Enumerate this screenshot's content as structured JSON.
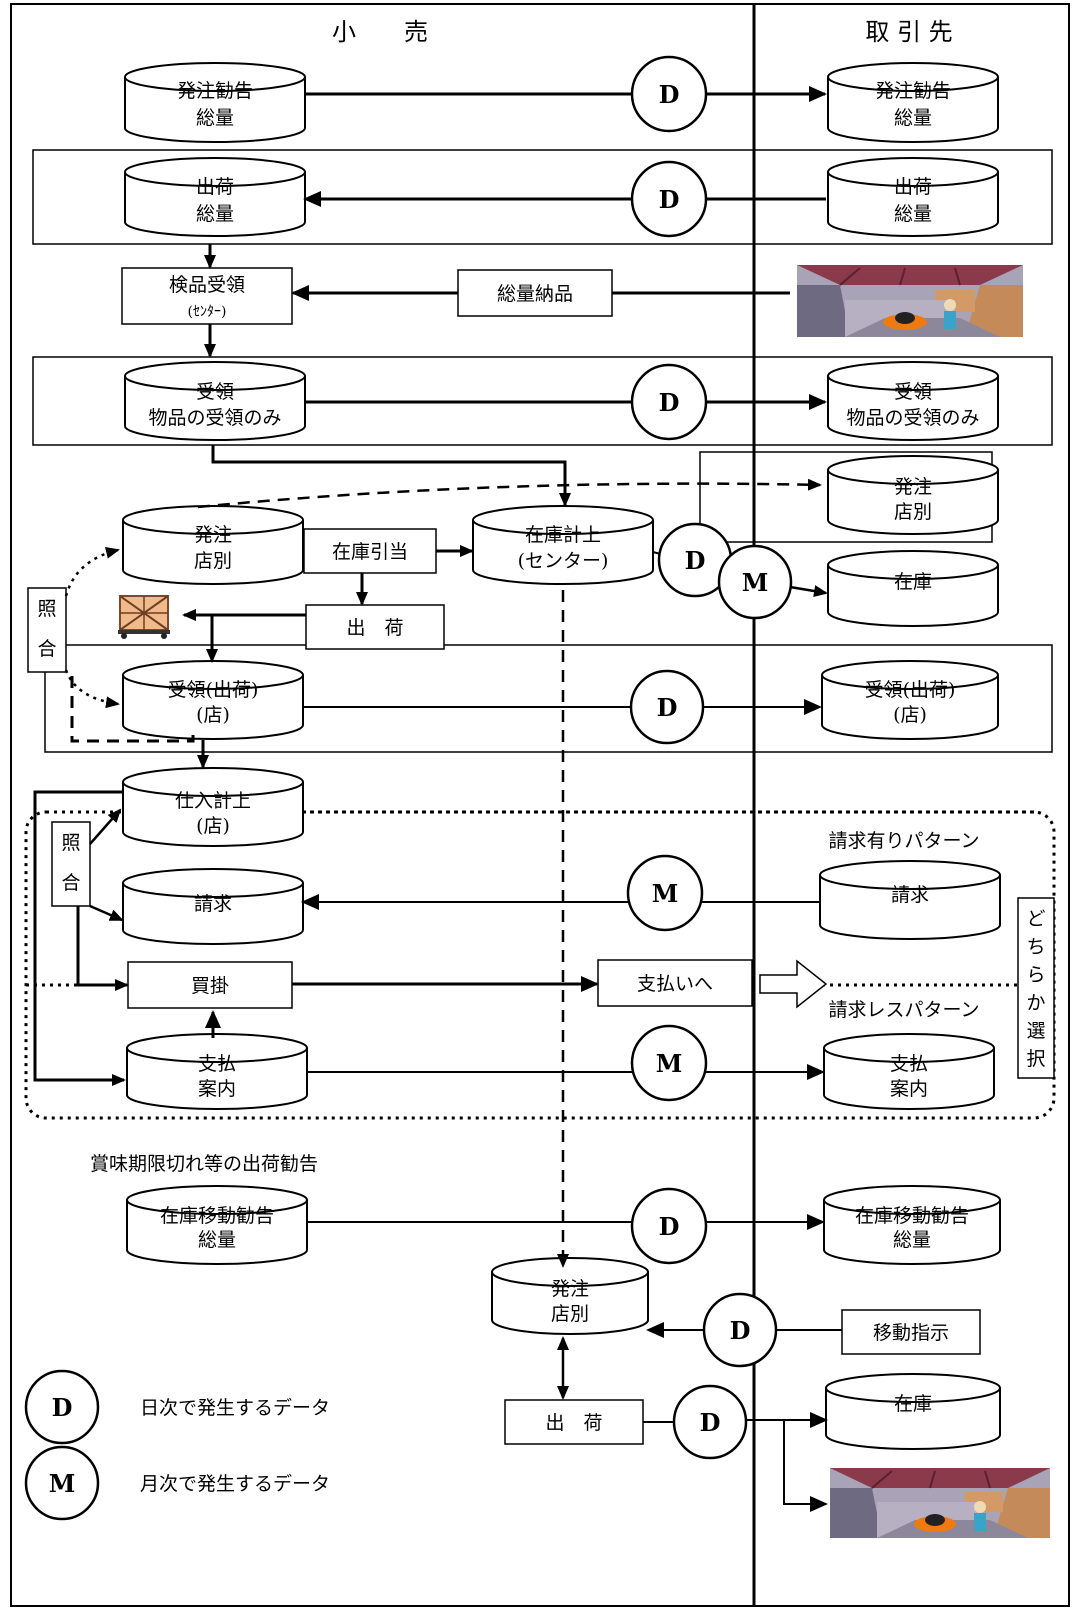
{
  "header": {
    "left": "小　　売",
    "right": "取 引 先"
  },
  "nodes": {
    "ret_order_total": [
      "発注勧告",
      "総量"
    ],
    "sup_order_total": [
      "発注勧告",
      "総量"
    ],
    "ret_ship_total": [
      "出荷",
      "総量"
    ],
    "sup_ship_total": [
      "出荷",
      "総量"
    ],
    "inspect": [
      "検品受領",
      "(ｾﾝﾀｰ)"
    ],
    "bulk_delivery": "総量納品",
    "ret_receipt": [
      "受領",
      "物品の受領のみ"
    ],
    "sup_receipt": [
      "受領",
      "物品の受領のみ"
    ],
    "sup_order_store": [
      "発注",
      "店別"
    ],
    "ret_order_store": [
      "発注",
      "店別"
    ],
    "alloc": "在庫引当",
    "stock_center": [
      "在庫計上",
      "(センター)"
    ],
    "sup_stock": "在庫",
    "ship1": "出　荷",
    "match1": [
      "照",
      "合"
    ],
    "ret_recv_store": [
      "受領(出荷)",
      "(店)"
    ],
    "sup_recv_store": [
      "受領(出荷)",
      "(店)"
    ],
    "purchase": [
      "仕入計上",
      "(店)"
    ],
    "match2": [
      "照",
      "合"
    ],
    "ret_invoice": "請求",
    "sup_invoice": "請求",
    "invoice_pattern": "請求有りパターン",
    "choose": [
      "ど",
      "ち",
      "ら",
      "か",
      "選",
      "択"
    ],
    "payable": "買掛",
    "to_payment": "支払いへ",
    "invoiceless_pattern": "請求レスパターン",
    "ret_pay_notice": [
      "支払",
      "案内"
    ],
    "sup_pay_notice": [
      "支払",
      "案内"
    ],
    "expiry_note": "賞味期限切れ等の出荷勧告",
    "ret_move_advice": [
      "在庫移動勧告",
      "総量"
    ],
    "sup_move_advice": [
      "在庫移動勧告",
      "総量"
    ],
    "order_store_bottom": [
      "発注",
      "店別"
    ],
    "move_instruction": "移動指示",
    "ship2": "出　荷",
    "sup_stock2": "在庫"
  },
  "badges": {
    "daily": "D",
    "monthly": "M"
  },
  "legend": [
    {
      "symbol": "D",
      "label": "日次で発生するデータ"
    },
    {
      "symbol": "M",
      "label": "月次で発生するデータ"
    }
  ]
}
